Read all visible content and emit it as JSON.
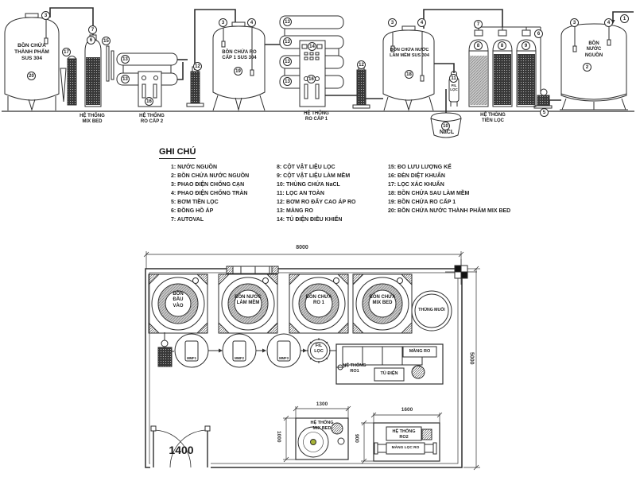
{
  "nums": {
    "1": "1",
    "2": "2",
    "3": "3",
    "4": "4",
    "5": "5",
    "6": "6",
    "7": "7",
    "8": "8",
    "9": "9",
    "10": "10",
    "11": "11",
    "12": "12",
    "13": "13",
    "14": "14",
    "15": "15",
    "16": "16",
    "17": "17",
    "18": "18",
    "19": "19",
    "20": "20"
  },
  "top": {
    "tank_thanhpham": "BỒN CHỨA\nTHÀNH PHẨM\nSUS 304",
    "tank_ro_cap1": "BỒN CHỨA RO\nCẤP 1 SUS 304",
    "tank_lam_mem": "BỒN CHỨA NƯỚC\nLÀM MỀM SUS 304",
    "tank_nguon": "BỒN\nNƯỚC\nNGUỒN",
    "sys_mix_bed": "HỆ THỐNG\nMIX BED",
    "sys_ro_cap2": "HỆ THỐNG\nRO CẤP 2",
    "sys_ro_cap1": "HỆ THỐNG\nRO CẤP 1",
    "sys_tien_loc": "HỆ THỐNG\nTIỀN LỌC",
    "nacl": "NaCL",
    "fil_loc": "FIL\nLỌC"
  },
  "legend": {
    "title": "GHI CHÚ",
    "col1": [
      "1: NƯỚC NGUỒN",
      "2: BỒN CHỨA NƯỚC NGUỒN",
      "3: PHAO ĐIỆN CHỐNG CẠN",
      "4: PHAO ĐIỆN CHỐNG TRÀN",
      "5: BƠM TIỀN LỌC",
      "6: ĐỒNG HỒ ÁP",
      "7: AUTOVAL"
    ],
    "col2": [
      "8: CỘT VẬT LIỆU LỌC",
      "9: CỘT VẬT LIỆU LÀM MỀM",
      "10: THÙNG CHỨA NaCL",
      "11: LỌC AN TOÀN",
      "12: BƠM RO ĐẨY CAO ÁP RO",
      "13: MÀNG RO",
      "14: TỦ ĐIỆN ĐIỀU KHIỂN"
    ],
    "col3": [
      "15: ĐO LƯU LƯỢNG KẾ",
      "16: ĐÈN DIỆT KHUẨN",
      "17: LỌC XÁC KHUẨN",
      "18: BỒN CHỨA SAU LÀM MỀM",
      "19: BỒN CHỨA RO CẤP 1",
      "20: BỒN CHỨA NƯỚC THÀNH PHẨM MIX BED"
    ]
  },
  "plan": {
    "dim_width": "8000",
    "dim_height": "5000",
    "dim_door": "1400",
    "dim_mixbed_w": "1300",
    "dim_mixbed_h": "1000",
    "dim_ro2_w": "1600",
    "dim_ro2_h": "900",
    "tank1": "BỒN\nĐẦU\nVÀO",
    "tank2": "BỒN NƯỚC\nLÀM MỀM",
    "tank3": "BỒN CHỨA\nRO 1",
    "tank4": "BỒN CHỨA\nMIX BED",
    "salt": "THÙNG MUỐI",
    "mmf1": "MMF1",
    "mmf2": "MMF2",
    "mmf3": "MMF3",
    "fil_loc": "FIL\nLỌC",
    "skid_ro1": "HỆ THỐNG\nRO1",
    "skid_tu_dien": "TỦ ĐIỆN",
    "skid_mang_ro": "MÀNG RO",
    "mixbed_box": "HỆ THỐNG\nMIX BED",
    "ro2_box": "HỆ THỐNG\nRO2",
    "ro2_mang": "MÀNG LỌC RO"
  }
}
